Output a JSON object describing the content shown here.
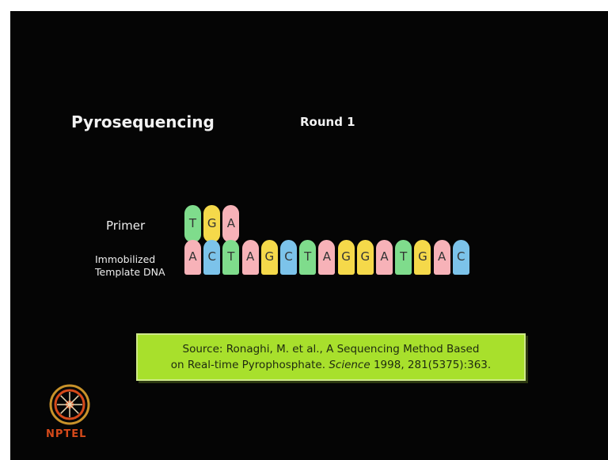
{
  "slide": {
    "title": "Pyrosequencing",
    "round": "Round 1",
    "primer_label": "Primer",
    "template_label_line1": "Immobilized",
    "template_label_line2": "Template DNA",
    "primer_bases": [
      "T",
      "G",
      "A"
    ],
    "template_bases": [
      "A",
      "C",
      "T",
      "A",
      "G",
      "C",
      "T",
      "A",
      "G",
      "G",
      "A",
      "T",
      "G",
      "A",
      "C"
    ],
    "base_colors": {
      "A": "#f7b2b8",
      "C": "#7cc3ea",
      "G": "#f5d94a",
      "T": "#7fdc8c"
    },
    "source_line1": "Source: Ronaghi, M. et al., A Sequencing Method Based",
    "source_line2_prefix": "on Real-time Pyrophosphate.",
    "source_journal": "Science",
    "source_line2_suffix": "1998, 281(5375):363.",
    "source_box_color": "#a8e02c"
  },
  "logo": {
    "icon": "nptel-wheel-logo",
    "text": "NPTEL"
  }
}
